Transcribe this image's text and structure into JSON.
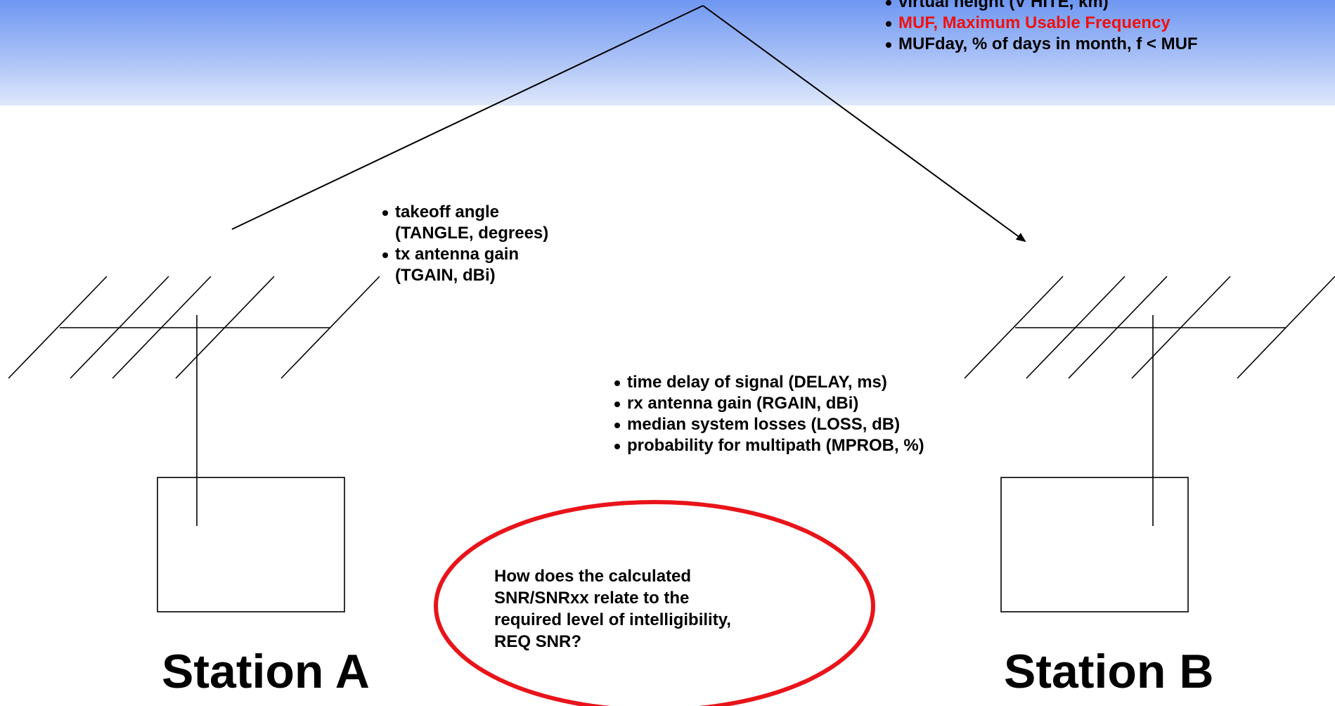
{
  "ionosphere": {
    "items": [
      {
        "text": "virtual height (V HITE, km)",
        "highlight": false
      },
      {
        "text": "MUF, Maximum Usable Frequency",
        "highlight": true
      },
      {
        "text": "MUFday, % of days in month, f < MUF",
        "highlight": false
      }
    ]
  },
  "transmit": {
    "items": [
      "takeoff angle",
      "(TANGLE, degrees)",
      "tx antenna gain",
      "(TGAIN, dBi)"
    ]
  },
  "receive": {
    "items": [
      "time delay of signal (DELAY, ms)",
      "rx antenna gain (RGAIN, dBi)",
      "median system losses (LOSS, dB)",
      "probability for multipath (MPROB, %)"
    ]
  },
  "question": {
    "text": "How does  the calculated SNR/SNRxx relate to the required level of intelligibility, REQ SNR?"
  },
  "stations": {
    "a": "Station A",
    "b": "Station B"
  },
  "colors": {
    "sky": "#6f97f2",
    "highlight_text": "#ee1111",
    "ellipse": "#e8141a"
  }
}
